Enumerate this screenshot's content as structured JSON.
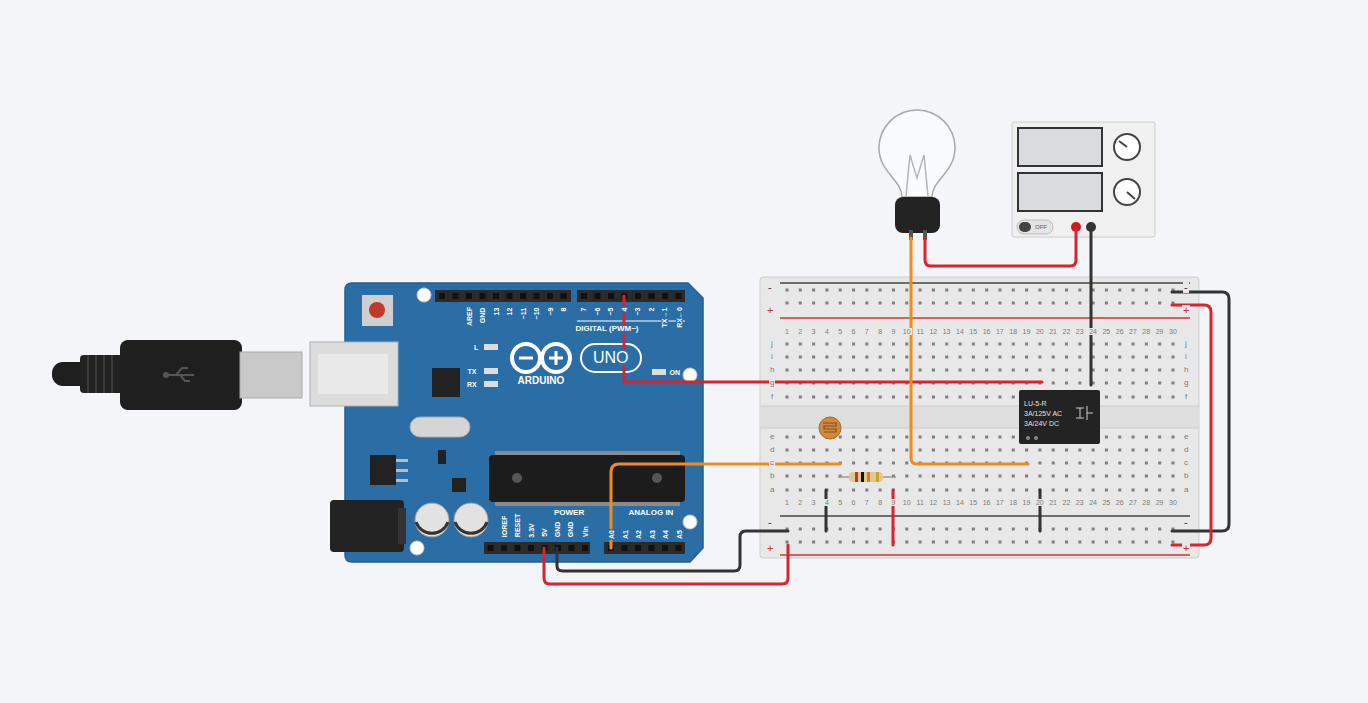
{
  "diagram": {
    "nodes": [
      {
        "text": [
          "LU-5-R",
          "3A/125V AC",
          "3A/24V DC"
        ]
      }
    ],
    "labels": [
      "AREF",
      "GND",
      "13",
      "12",
      "~11",
      "~10",
      "~9",
      "8",
      "7",
      "~6",
      "~5",
      "4",
      "~3",
      "2",
      "TX→1",
      "RX←0",
      "DIGITAL (PWM~)",
      "L",
      "TX",
      "RX",
      "ON",
      "ARDUINO",
      "UNO",
      "IOREF",
      "RESET",
      "3.3V",
      "5V",
      "GND",
      "GND",
      "Vin",
      "POWER",
      "ANALOG IN",
      "A0",
      "A1",
      "A2",
      "A3",
      "A4",
      "A5",
      "OFF",
      "-",
      "+",
      "-",
      "+",
      "1",
      "2",
      "3",
      "4",
      "5",
      "6",
      "7",
      "8",
      "9",
      "10",
      "11",
      "12",
      "13",
      "14",
      "15",
      "16",
      "17",
      "18",
      "19",
      "20",
      "21",
      "22",
      "23",
      "24",
      "25",
      "26",
      "27",
      "28",
      "29",
      "30",
      "j",
      "i",
      "h",
      "g",
      "f",
      "j",
      "i",
      "h",
      "g",
      "f",
      "e",
      "d",
      "c",
      "b",
      "a",
      "e",
      "d",
      "c",
      "b",
      "a",
      "1",
      "2",
      "3",
      "4",
      "5",
      "6",
      "7",
      "8",
      "9",
      "10",
      "11",
      "12",
      "13",
      "14",
      "15",
      "16",
      "17",
      "18",
      "19",
      "20",
      "21",
      "22",
      "23",
      "24",
      "25",
      "26",
      "27",
      "28",
      "29",
      "30",
      "-",
      "+",
      "-",
      "+"
    ]
  }
}
